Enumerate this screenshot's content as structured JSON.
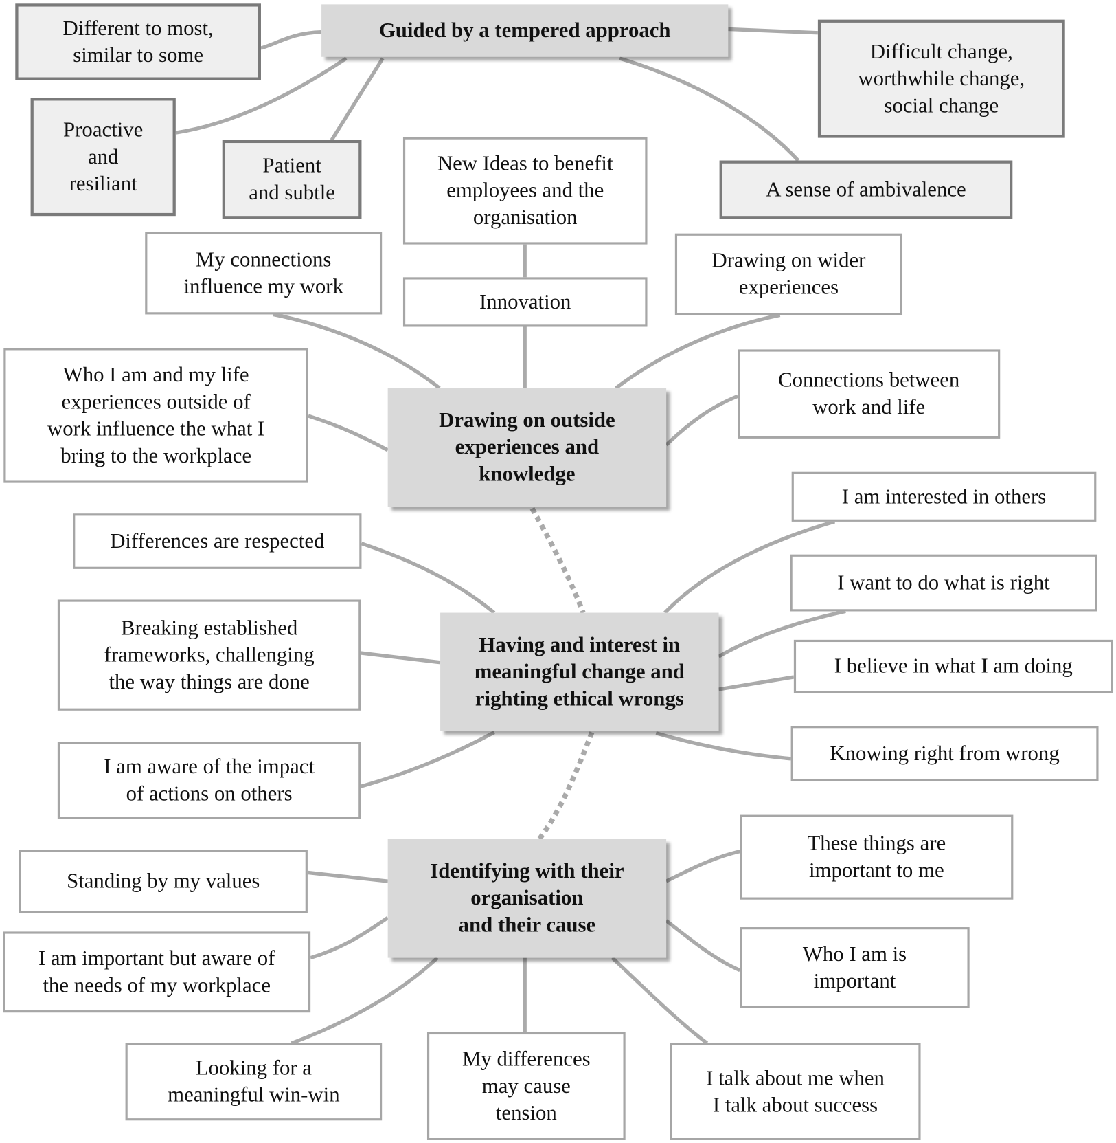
{
  "top": {
    "hub": "Guided by a tempered approach",
    "different": "Different to most,\nsimilar to some",
    "proactive": "Proactive\nand\nresiliant",
    "patient": "Patient\nand subtle",
    "difficult": "Difficult change,\nworthwhile change,\nsocial change",
    "ambivalence": "A sense of ambivalence"
  },
  "outside": {
    "hub": "Drawing on outside\nexperiences and\nknowledge",
    "new_ideas": "New Ideas to benefit\nemployees and the\norganisation",
    "innovation": "Innovation",
    "connections_influence": "My connections\ninfluence my work",
    "wider": "Drawing on wider\nexperiences",
    "who_i_am": "Who I am and my life\nexperiences outside of\nwork influence the what I\nbring to the workplace",
    "work_life": "Connections between\nwork and life"
  },
  "change": {
    "hub": "Having and interest in\nmeaningful change and\nrighting ethical wrongs",
    "interested": "I am interested in others",
    "respected": "Differences are respected",
    "right": "I want to do what is right",
    "breaking": "Breaking established\nframeworks, challenging\nthe way things are done",
    "believe": "I believe in what I am doing",
    "knowing": "Knowing right from wrong",
    "aware": "I am aware of the impact\nof actions on others"
  },
  "identify": {
    "hub": "Identifying with their\norganisation\nand their cause",
    "these_things": "These things are\nimportant to me",
    "standing": "Standing by my values",
    "important_aware": "I am important but aware of\nthe needs of my workplace",
    "who_important": "Who I am is\nimportant",
    "win_win": "Looking for a\nmeaningful win-win",
    "differences": "My differences\nmay cause\ntension",
    "talk": "I talk about me when\nI talk about success"
  },
  "colors": {
    "link": "#aaaaaa",
    "hub": "#d9d9d9"
  }
}
